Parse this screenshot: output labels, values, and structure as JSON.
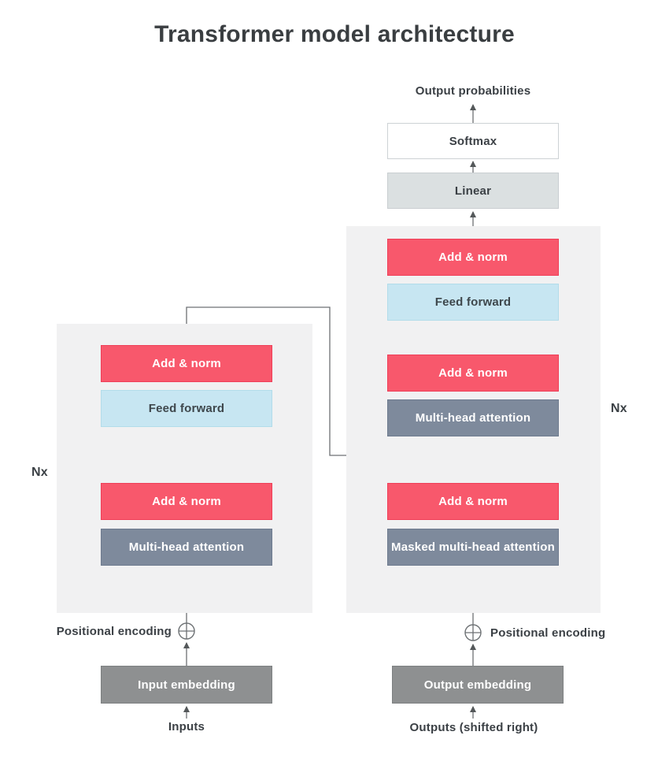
{
  "title": "Transformer model architecture",
  "output_head": {
    "probabilities_label": "Output probabilities",
    "softmax_label": "Softmax",
    "linear_label": "Linear"
  },
  "encoder": {
    "repeat_label": "Nx",
    "add_norm_top_label": "Add & norm",
    "feed_forward_label": "Feed forward",
    "add_norm_bottom_label": "Add & norm",
    "attention_label": "Multi-head attention",
    "positional_encoding_label": "Positional encoding",
    "embedding_label": "Input embedding",
    "input_label": "Inputs"
  },
  "decoder": {
    "repeat_label": "Nx",
    "add_norm_top_label": "Add & norm",
    "feed_forward_label": "Feed forward",
    "add_norm_middle_label": "Add & norm",
    "attention_label": "Multi-head attention",
    "add_norm_bottom_label": "Add & norm",
    "masked_attention_label": "Masked multi-head attention",
    "positional_encoding_label": "Positional encoding",
    "embedding_label": "Output embedding",
    "output_label": "Outputs (shifted right)"
  },
  "icons": {
    "positional_add_left": "circle-plus-icon",
    "positional_add_right": "circle-plus-icon"
  },
  "colors": {
    "page_background": "#ffffff",
    "panel_background": "#f1f1f2",
    "block_red": "#f8586c",
    "block_red_border": "#ef3f58",
    "block_blue": "#c7e6f2",
    "block_blue_border": "#b2dcea",
    "block_slate": "#7e8a9c",
    "block_slate_border": "#6e7b8f",
    "block_gray": "#8e9091",
    "block_gray_border": "#7d8081",
    "linear_fill": "#dbe0e1",
    "linear_border": "#c9ced1",
    "softmax_border": "#cdd2d5",
    "line": "#6d7174",
    "line_skip": "#909496",
    "arrowhead": "#54585a",
    "text_dark": "#3b4045",
    "text_light": "#ffffff"
  }
}
